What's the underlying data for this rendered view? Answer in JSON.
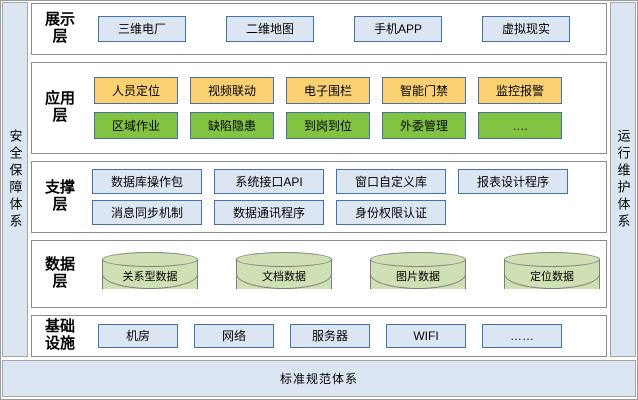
{
  "diagram": {
    "title_bottom": "标准规范体系",
    "pillars": {
      "left": "安全保障体系",
      "right": "运行维护体系"
    },
    "colors": {
      "blue_fill": "#DCE6F2",
      "blue_border": "#4472A8",
      "orange_fill": "#FBD072",
      "green_fill": "#82C341",
      "cylinder_fill": "#CFE0B4",
      "frame_border": "#8C8C8C"
    },
    "layers": [
      {
        "id": "presentation",
        "label": "展示层",
        "rows": [
          {
            "style": "blue",
            "items": [
              "三维电厂",
              "二维地图",
              "手机APP",
              "虚拟现实"
            ]
          }
        ]
      },
      {
        "id": "application",
        "label": "应用层",
        "rows": [
          {
            "style": "orange",
            "items": [
              "人员定位",
              "视频联动",
              "电子围栏",
              "智能门禁",
              "监控报警"
            ]
          },
          {
            "style": "green",
            "items": [
              "区域作业",
              "缺陷隐患",
              "到岗到位",
              "外委管理",
              "…."
            ]
          }
        ]
      },
      {
        "id": "support",
        "label": "支撑层",
        "rows": [
          {
            "style": "blue",
            "items": [
              "数据库操作包",
              "系统接口API",
              "窗口自定义库",
              "报表设计程序"
            ]
          },
          {
            "style": "blue",
            "items": [
              "消息同步机制",
              "数据通讯程序",
              "身份权限认证"
            ]
          }
        ]
      },
      {
        "id": "data",
        "label": "数据层",
        "rows": [
          {
            "style": "cylinder",
            "items": [
              "关系型数据",
              "文档数据",
              "图片数据",
              "定位数据"
            ]
          }
        ]
      },
      {
        "id": "infrastructure",
        "label": "基础设施",
        "rows": [
          {
            "style": "blue",
            "items": [
              "机房",
              "网络",
              "服务器",
              "WIFI",
              "……"
            ]
          }
        ]
      }
    ]
  }
}
